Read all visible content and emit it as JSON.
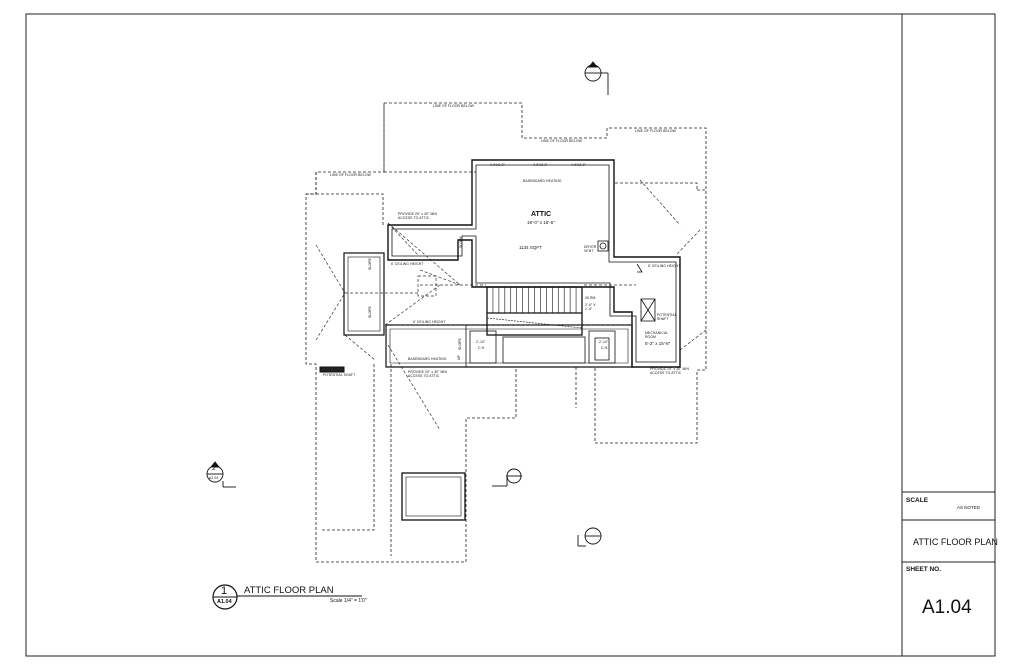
{
  "title_block": {
    "scale_label": "SCALE",
    "scale_value": "AS NOTED",
    "sheet_title": "ATTIC FLOOR PLAN",
    "sheet_no_label": "SHEET NO.",
    "sheet_no": "A1.04"
  },
  "drawing_title": {
    "number": "1",
    "sheet_ref": "A1.04",
    "title": "ATTIC FLOOR PLAN",
    "scale": "Scale 1/4\" = 1'0\""
  },
  "room": {
    "name": "ATTIC",
    "dimensions": "19'-0\" x 16'-6\"",
    "area": "1134 SQFT"
  },
  "notes": {
    "line_of_floor_below": "LINE OF FLOOR BELOW",
    "baseboard_heating": "BASEBOARD HEATING",
    "access_to_attic": "PROVIDE 20\" x 30\" MIN ACCESS TO ATTIC",
    "ceiling_height": "6' CEILING HEIGHT",
    "dryer_vent": "DRYER VENT",
    "mechanical_room": "MECHANICAL ROOM",
    "mechanical_dims": "5'-2\" x 15'-8\"",
    "potential_shaft": "POTENTIAL SHAFT",
    "slope": "SLOPE",
    "up": "UP",
    "window": "4-0\"x3-2\"",
    "closet": "C.H.",
    "closet_dim": "2'-10\"",
    "stair_note": "26 RM",
    "door_dim": "2'-6\" X 1'-4\""
  },
  "markers": {
    "section_2_num": "2",
    "section_2_ref": "A2.04"
  }
}
